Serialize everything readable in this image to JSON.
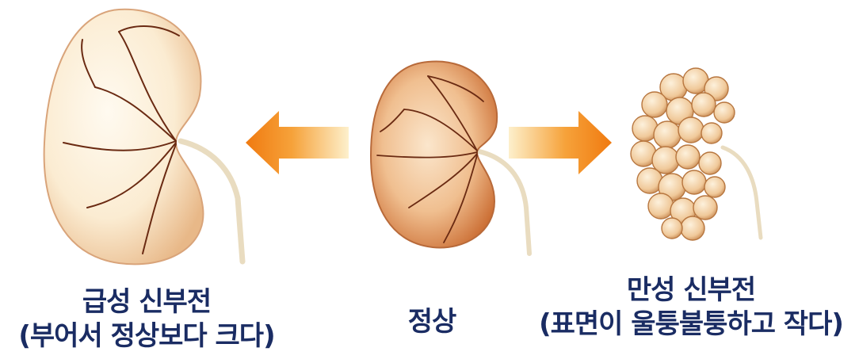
{
  "labels": {
    "acute": {
      "title": "급성 신부전",
      "note": "(부어서 정상보다 크다)"
    },
    "normal": {
      "title": "정상"
    },
    "chronic": {
      "title": "만성 신부전",
      "note": "(표면이 울퉁불퉁하고 작다)"
    }
  },
  "colors": {
    "caption": "#1a2c63",
    "arrow_dark": "#f07a10",
    "arrow_light": "#fde7b8",
    "kidney_light": "#fbf0dc",
    "kidney_dark": "#c9692e",
    "vessel": "#6a2a12"
  }
}
